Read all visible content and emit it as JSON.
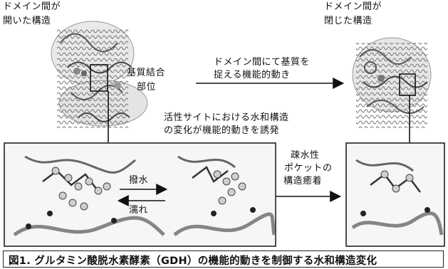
{
  "labels": {
    "open_line1": "ドメイン間が",
    "open_line2": "開いた構造",
    "closed_line1": "ドメイン間が",
    "closed_line2": "閉じた構造",
    "binding_line1": "基質結合",
    "binding_line2": "部位",
    "motion_line1": "ドメイン間にて基質を",
    "motion_line2": "捉える機能的動き",
    "hydration_line1": "活性サイトにおける水和構造",
    "hydration_line2": "の変化が機能的動きを誘発",
    "repel_water": "撥水",
    "wetting": "濡れ",
    "pocket_line1": "疎水性",
    "pocket_line2": "ポケットの",
    "pocket_line3": "構造癒着"
  },
  "caption": "図1. グルタミン酸脱水素酵素（GDH）の機能的動きを制御する水和構造変化"
}
